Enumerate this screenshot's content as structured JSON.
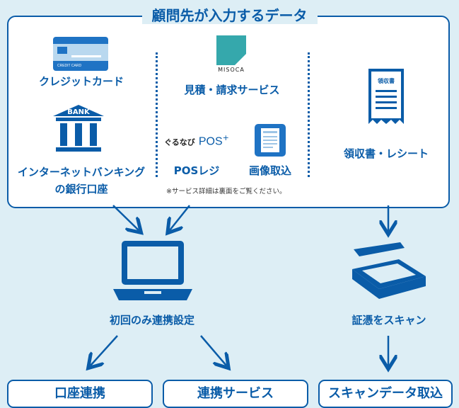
{
  "client_box": {
    "title": "顧問先が入力するデータ",
    "credit_card": {
      "card_text": "CREDIT CARD",
      "label": "クレジットカード"
    },
    "bank": {
      "icon_text": "BANK",
      "label_line1": "インターネットバンキング",
      "label_line2": "の銀行口座"
    },
    "misoca": {
      "logo_text": "MISOCA",
      "label": "見積・請求サービス"
    },
    "pos": {
      "brand": "ぐるなび",
      "logo": "POS",
      "plus": "+",
      "label": "POSレジ"
    },
    "image_capture": {
      "label": "画像取込"
    },
    "receipt": {
      "icon_text": "領収書",
      "label": "領収書・レシート"
    },
    "note": "※サービス詳細は裏面をご覧ください。"
  },
  "middle": {
    "pc_label": "初回のみ連携設定",
    "scan_label": "証憑をスキャン"
  },
  "bottom": {
    "account_link": "口座連携",
    "service_link": "連携サービス",
    "scan_import": "スキャンデータ取込"
  },
  "colors": {
    "accent": "#0a5ca8",
    "background": "#ddeef5",
    "teal": "#35a8ac"
  }
}
